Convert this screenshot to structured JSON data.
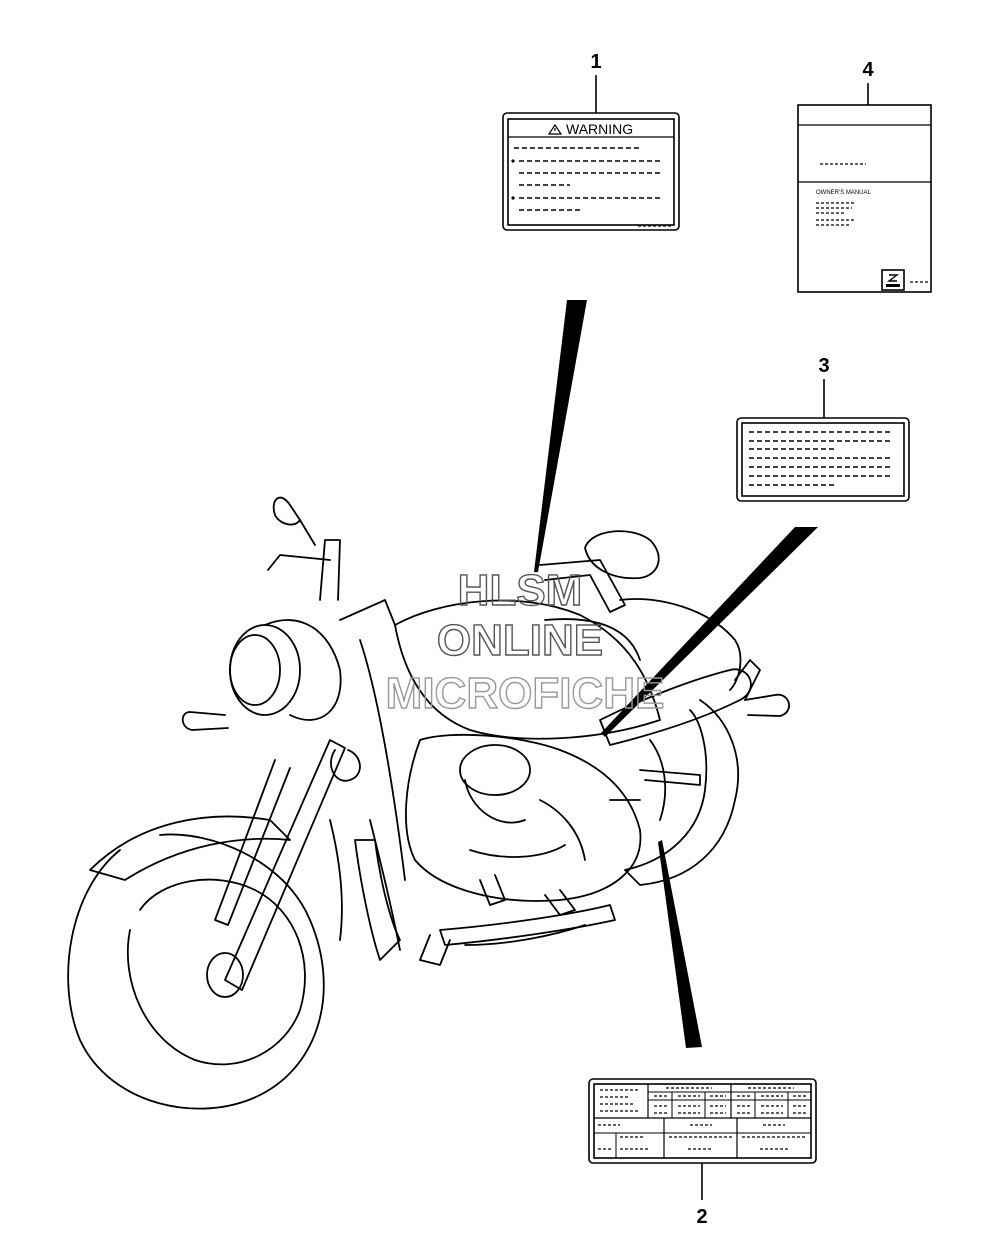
{
  "callouts": {
    "one": "1",
    "two": "2",
    "three": "3",
    "four": "4"
  },
  "label_1": {
    "title": "WARNING",
    "icon": "warning-triangle-icon"
  },
  "label_4": {
    "subtitle": "OWNER'S MANUAL",
    "icon": "suzuki-logo-icon"
  },
  "watermark": {
    "line1": "HLSM",
    "line2": "ONLINE",
    "line3": "MICROFICHE"
  }
}
